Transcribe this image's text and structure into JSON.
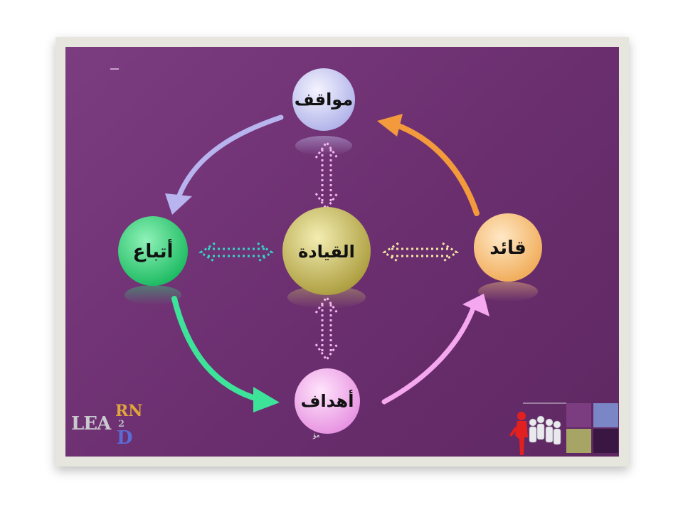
{
  "diagram": {
    "nodes": {
      "top": {
        "label": "مواقف",
        "color": "#c8c8f2"
      },
      "left": {
        "label": "أتباع",
        "color": "#2ed173"
      },
      "center": {
        "label": "القيادة",
        "color": "#c9c06a"
      },
      "right": {
        "label": "قائد",
        "color": "#f7c27e"
      },
      "bottom": {
        "label": "أهداف",
        "color": "#f3b4ef"
      }
    },
    "caption": "مؤ"
  },
  "logo": {
    "lea": "LEA",
    "rn": "RN",
    "two": "2",
    "d": "D"
  },
  "colors": {
    "slide_bg": "#7c3d80",
    "arrow_top_left": "#b7b4ef",
    "arrow_left_bottom": "#3ee39a",
    "arrow_bottom_right": "#f5a7ef",
    "arrow_right_top": "#f29a3c",
    "dots_top_bottom": "#f7b8f0",
    "dots_left": "#34d6c6",
    "dots_right": "#f4e6a2"
  }
}
